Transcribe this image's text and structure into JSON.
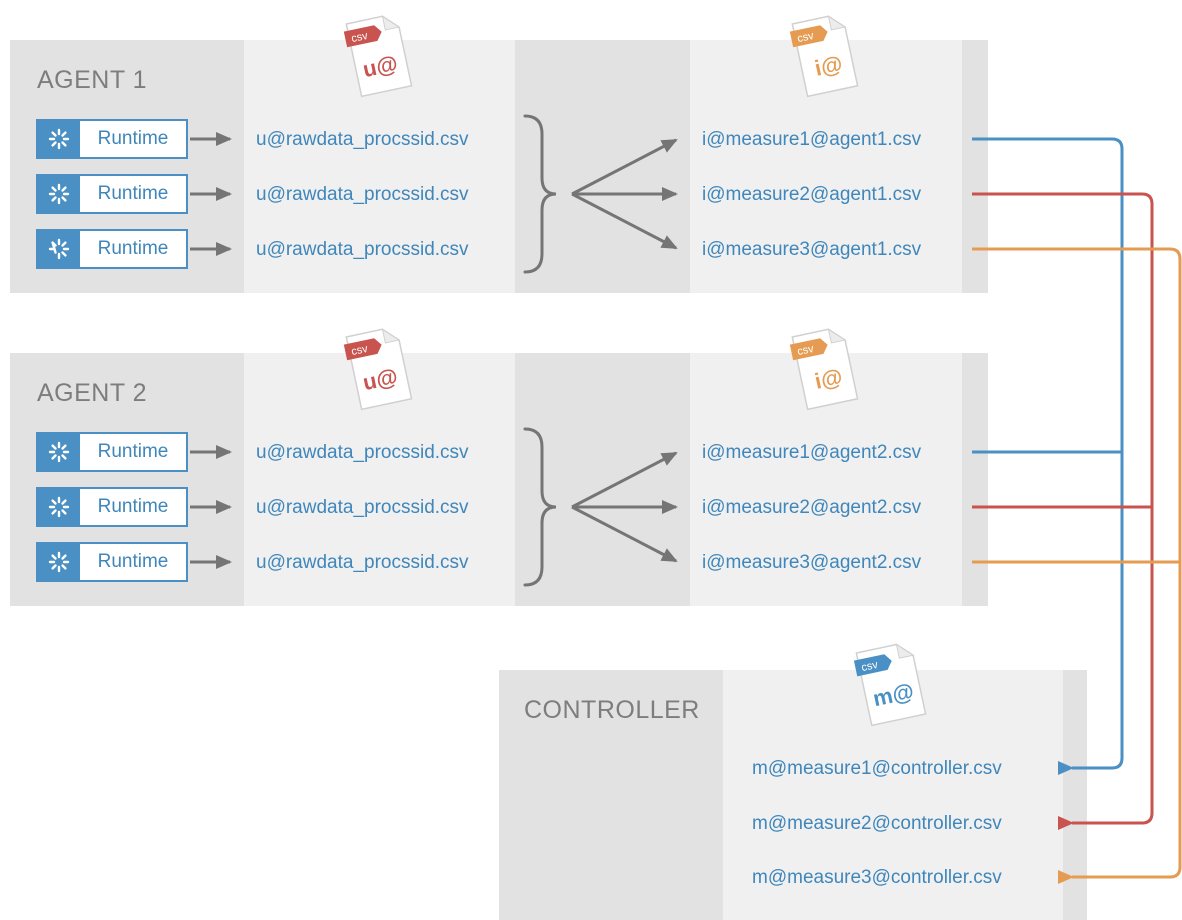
{
  "colors": {
    "blue": "#4a90c4",
    "red": "#c9534f",
    "orange": "#e59c52",
    "arrow_gray": "#757575",
    "band_dark": "#e2e2e2",
    "band_light": "#f0f0f0"
  },
  "icons": {
    "runtime": "spinner-icon",
    "csv_file": "csv-document-icon",
    "arrow": "arrow-right-icon",
    "brace": "curly-brace-icon"
  },
  "agents": [
    {
      "label": "AGENT 1",
      "raw_doc": {
        "tag": "csv",
        "prefix": "u@"
      },
      "measure_doc": {
        "tag": "csv",
        "prefix": "i@"
      },
      "runtime_label": "Runtime",
      "runtimes": [
        "Runtime",
        "Runtime",
        "Runtime"
      ],
      "raw_files": [
        "u@rawdata_procssid.csv",
        "u@rawdata_procssid.csv",
        "u@rawdata_procssid.csv"
      ],
      "measure_files": [
        "i@measure1@agent1.csv",
        "i@measure2@agent1.csv",
        "i@measure3@agent1.csv"
      ]
    },
    {
      "label": "AGENT 2",
      "raw_doc": {
        "tag": "csv",
        "prefix": "u@"
      },
      "measure_doc": {
        "tag": "csv",
        "prefix": "i@"
      },
      "runtimes": [
        "Runtime",
        "Runtime",
        "Runtime"
      ],
      "raw_files": [
        "u@rawdata_procssid.csv",
        "u@rawdata_procssid.csv",
        "u@rawdata_procssid.csv"
      ],
      "measure_files": [
        "i@measure1@agent2.csv",
        "i@measure2@agent2.csv",
        "i@measure3@agent2.csv"
      ]
    }
  ],
  "controller": {
    "label": "CONTROLLER",
    "doc": {
      "tag": "csv",
      "prefix": "m@"
    },
    "files": [
      "m@measure1@controller.csv",
      "m@measure2@controller.csv",
      "m@measure3@controller.csv"
    ]
  }
}
